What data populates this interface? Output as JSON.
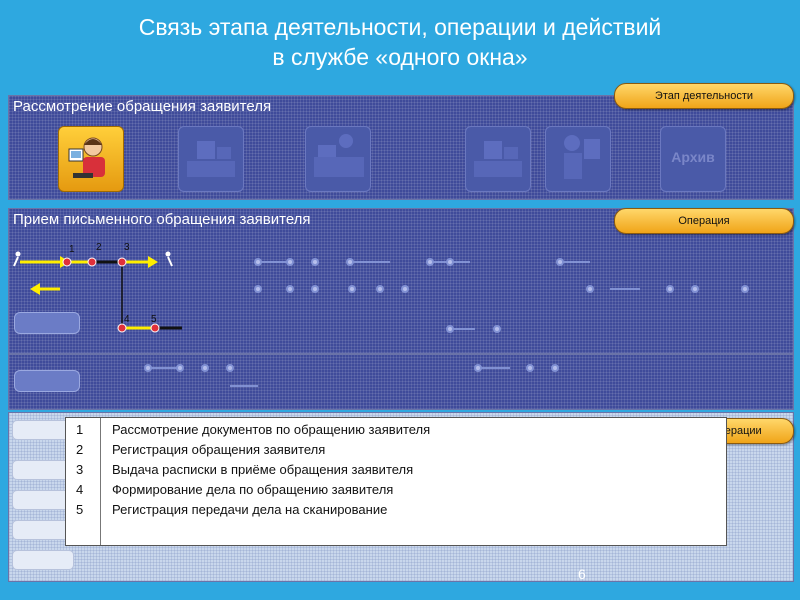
{
  "title": {
    "line1": "Связь этапа деятельности, операции и действий",
    "line2": "в службе «одного окна»"
  },
  "stage_panel": {
    "heading": "Рассмотрение обращения заявителя",
    "archive_label": "Архив"
  },
  "operation_panel": {
    "heading": "Прием письменного обращения заявителя",
    "markers": [
      "1",
      "2",
      "3",
      "4",
      "5"
    ]
  },
  "pills": {
    "stage": "Этап деятельности",
    "operation": "Операция",
    "actions": "Действия по операции"
  },
  "legend": {
    "rows": [
      {
        "num": "1",
        "text": "Рассмотрение документов по обращению заявителя"
      },
      {
        "num": "2",
        "text": "Регистрация обращения заявителя"
      },
      {
        "num": "3",
        "text": "Выдача расписки в приёме обращения заявителя"
      },
      {
        "num": "4",
        "text": "Формирование дела по обращению заявителя"
      },
      {
        "num": "5",
        "text": "Регистрация передачи дела на сканирование"
      }
    ]
  },
  "page_number": "6",
  "colors": {
    "background": "#2ea8e0",
    "panel": "#3f4b9a",
    "pill": "#f0a418",
    "flow_line": "#ffee00",
    "flow_node": "#e0303a"
  }
}
